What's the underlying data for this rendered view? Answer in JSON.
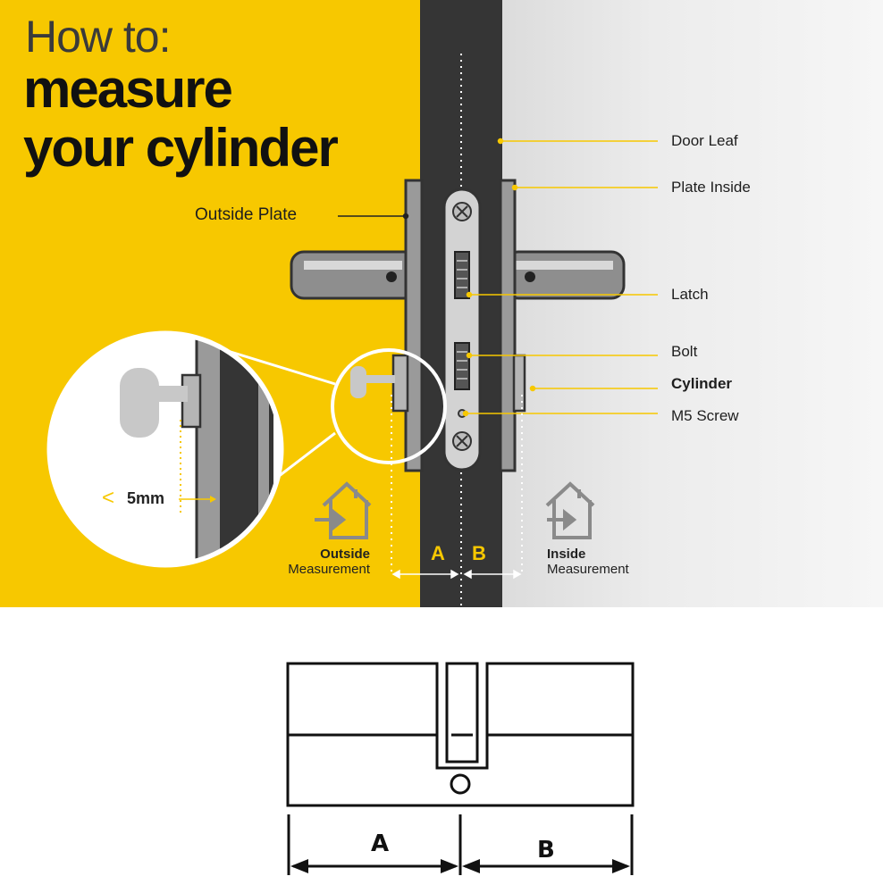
{
  "title": {
    "line1": "How to:",
    "line2": "measure",
    "line3": "your cylinder"
  },
  "labels": {
    "outside_plate": "Outside Plate",
    "door_leaf": "Door Leaf",
    "plate_inside": "Plate Inside",
    "latch": "Latch",
    "bolt": "Bolt",
    "cylinder": "Cylinder",
    "m5_screw": "M5 Screw"
  },
  "zoom_callout": {
    "less_than": "<",
    "value": "5mm"
  },
  "measurements": {
    "outside_line1": "Outside",
    "outside_line2": "Measurement",
    "inside_line1": "Inside",
    "inside_line2": "Measurement",
    "a": "A",
    "b": "B"
  },
  "cylinder_drawing": {
    "a": "A",
    "b": "B"
  },
  "colors": {
    "accent_yellow": "#f7c800",
    "door_dark": "#353535",
    "inside_grey": "#e6e6e6"
  }
}
